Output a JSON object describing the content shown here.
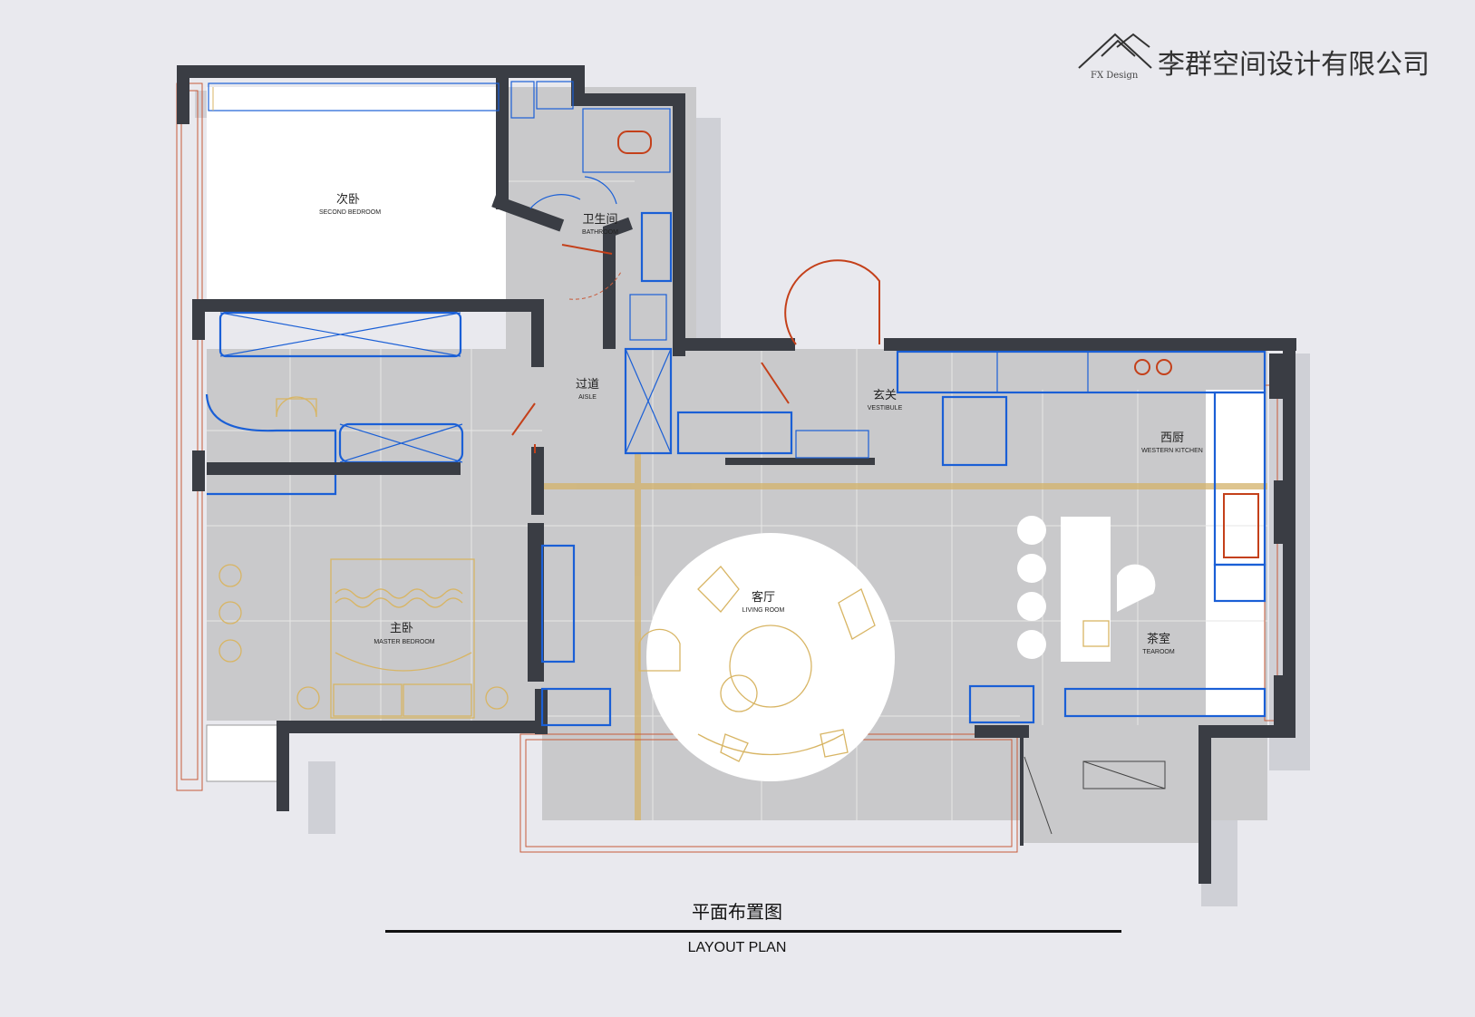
{
  "brand": {
    "logo_sub": "FX Design",
    "company": "李群空间设计有限公司"
  },
  "plan": {
    "title_cn": "平面布置图",
    "title_en": "LAYOUT PLAN"
  },
  "rooms": {
    "second_bedroom": {
      "cn": "次卧",
      "en": "SECOND BEDROOM"
    },
    "bathroom": {
      "cn": "卫生间",
      "en": "BATHROOM"
    },
    "aisle": {
      "cn": "过道",
      "en": "AISLE"
    },
    "vestibule": {
      "cn": "玄关",
      "en": "VESTIBULE"
    },
    "western_kitchen": {
      "cn": "西厨",
      "en": "WESTERN KITCHEN"
    },
    "living_room": {
      "cn": "客厅",
      "en": "LIVING ROOM"
    },
    "master_bedroom": {
      "cn": "主卧",
      "en": "MASTER BEDROOM"
    },
    "tearoom": {
      "cn": "茶室",
      "en": "TEAROOM"
    }
  },
  "colors": {
    "background": "#e9e9ee",
    "wall": "#3a3d44",
    "floor": "#c9c9cb",
    "cabinet_outline": "#1a5fd6",
    "furniture": "#d8b564",
    "door": "#c4401a"
  }
}
